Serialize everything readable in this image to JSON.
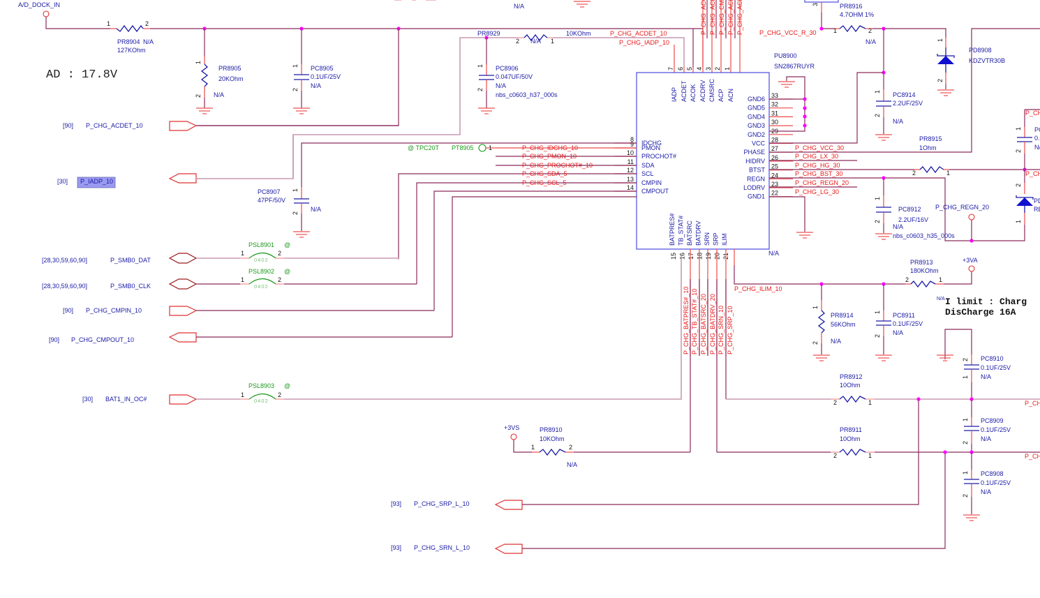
{
  "annotations": {
    "ad_voltage": "AD : 17.8V",
    "ilimit_line1": "I limit : Charg",
    "ilimit_line2": "DisCharge 16A"
  },
  "power_nets": {
    "dock_in": "A/D_DOCK_IN",
    "v3vs": "+3VS",
    "v3va": "+3VA",
    "regn": "P_CHG_REGN_20"
  },
  "ic": {
    "ref": "PU8900",
    "part": "SN2867RUYR",
    "nc": "N/A",
    "top_pins": [
      {
        "num": "7",
        "name": "IADP"
      },
      {
        "num": "6",
        "name": "ACDET"
      },
      {
        "num": "5",
        "name": "ACOK"
      },
      {
        "num": "4",
        "name": "ACDRV"
      },
      {
        "num": "3",
        "name": "CMSRC"
      },
      {
        "num": "2",
        "name": "ACP"
      },
      {
        "num": "1",
        "name": "ACN"
      }
    ],
    "left_pins": [
      {
        "num": "8",
        "name": "IDCHG"
      },
      {
        "num": "9",
        "name": "PMON"
      },
      {
        "num": "10",
        "name": "PROCHOT#"
      },
      {
        "num": "11",
        "name": "SDA"
      },
      {
        "num": "12",
        "name": "SCL"
      },
      {
        "num": "13",
        "name": "CMPIN"
      },
      {
        "num": "14",
        "name": "CMPOUT"
      }
    ],
    "right_pins": [
      {
        "num": "33",
        "name": "GND6"
      },
      {
        "num": "32",
        "name": "GND5"
      },
      {
        "num": "31",
        "name": "GND4"
      },
      {
        "num": "30",
        "name": "GND3"
      },
      {
        "num": "29",
        "name": "GND2"
      },
      {
        "num": "28",
        "name": "VCC"
      },
      {
        "num": "27",
        "name": "PHASE"
      },
      {
        "num": "26",
        "name": "HIDRV"
      },
      {
        "num": "25",
        "name": "BTST"
      },
      {
        "num": "24",
        "name": "REGN"
      },
      {
        "num": "23",
        "name": "LODRV"
      },
      {
        "num": "22",
        "name": "GND1"
      }
    ],
    "bottom_pins": [
      {
        "num": "15",
        "name": "BATPRES#"
      },
      {
        "num": "16",
        "name": "TB_STAT#"
      },
      {
        "num": "17",
        "name": "BATSRC"
      },
      {
        "num": "18",
        "name": "BATDRV"
      },
      {
        "num": "19",
        "name": "SRN"
      },
      {
        "num": "20",
        "name": "SRP"
      },
      {
        "num": "21",
        "name": "ILIM"
      }
    ]
  },
  "nets": {
    "top": [
      "P_CHG_ACO",
      "P_CHG_ACD",
      "P_CHG_CMS",
      "P_CHG_ACP_",
      "P_CHG_ACN"
    ],
    "acdet": "P_CHG_ACDET_10",
    "iadp": "P_CHG_IADP_10",
    "left": [
      "P_CHG_IDCHG_10",
      "P_CHG_PMON_10",
      "P_CHG_PROCHOT#_10",
      "P_CHG_SDA_5",
      "P_CHG_SCL_5"
    ],
    "right": [
      "P_CHG_VCC_30",
      "P_CHG_LX_30",
      "P_CHG_HG_30",
      "P_CHG_BST_30",
      "P_CHG_REGN_20",
      "P_CHG_LG_30"
    ],
    "vcc_r": "P_CHG_VCC_R_30",
    "bottom": [
      "P_CHG_BATPRES#_10",
      "P_CHG_TB_STAT#_10",
      "P_CHG_BATSRC_20",
      "P_CHG_BATDRV_20",
      "P_CHG_SRN_10",
      "P_CHG_SRP_10"
    ],
    "ilim": "P_CHG_ILIM_10",
    "right_edge": [
      "P_CH",
      "P_CH",
      "P_CH",
      "P_CH"
    ],
    "top_right_edge": "P_"
  },
  "ports": [
    {
      "ref": "[90]",
      "name": "P_CHG_ACDET_10"
    },
    {
      "ref": "[30]",
      "name": "P_IADP_10"
    },
    {
      "ref": "[28,30,59,60,90]",
      "name": "P_SMB0_DAT"
    },
    {
      "ref": "[28,30,59,60,90]",
      "name": "P_SMB0_CLK"
    },
    {
      "ref": "[90]",
      "name": "P_CHG_CMPIN_10"
    },
    {
      "ref": "[90]",
      "name": "P_CHG_CMPOUT_10"
    },
    {
      "ref": "[30]",
      "name": "BAT1_IN_OC#"
    },
    {
      "ref": "[93]",
      "name": "P_CHG_SRP_L_10"
    },
    {
      "ref": "[93]",
      "name": "P_CHG_SRN_L_10"
    }
  ],
  "testpoint": {
    "tag": "@ TPC20T",
    "ref": "PT8905",
    "pin": "1"
  },
  "components": {
    "PR8904": {
      "ref": "PR8904",
      "value": "127KOhm",
      "note": "N/A",
      "p1": "1",
      "p2": "2"
    },
    "PR8905": {
      "ref": "PR8905",
      "value": "20KOhm",
      "note": "N/A",
      "p1": "1",
      "p2": "2"
    },
    "PC8905": {
      "ref": "PC8905",
      "value": "0.1UF/25V",
      "note": "N/A",
      "p1": "1",
      "p2": "2"
    },
    "PR8929": {
      "ref": "PR8929",
      "value": "10KOhm",
      "note": "N/A",
      "p1": "1",
      "p2": "2"
    },
    "PC8906": {
      "ref": "PC8906",
      "value": "0.047UF/50V",
      "note": "N/A",
      "fp": "nbs_c0603_h37_000s",
      "p1": "1",
      "p2": "2"
    },
    "PC8907": {
      "ref": "PC8907",
      "value": "47PF/50V",
      "note": "N/A",
      "p1": "1",
      "p2": "2"
    },
    "PSL8901": {
      "ref": "PSL8901",
      "tag": "@",
      "size": "0402",
      "p1": "1",
      "p2": "2"
    },
    "PSL8902": {
      "ref": "PSL8902",
      "tag": "@",
      "size": "0402",
      "p1": "1",
      "p2": "2"
    },
    "PSL8903": {
      "ref": "PSL8903",
      "tag": "@",
      "size": "0402",
      "p1": "1",
      "p2": "2"
    },
    "PR8916": {
      "ref": "PR8916",
      "value": "4.7OHM  1%",
      "note": "N/A",
      "p1": "1",
      "p2": "2",
      "p3": "3"
    },
    "PD8908": {
      "ref": "PD8908",
      "value": "KDZVTR30B",
      "p1": "1",
      "p2": "2"
    },
    "PC8914": {
      "ref": "PC8914",
      "value": "2.2UF/25V",
      "note": "N/A",
      "p1": "1",
      "p2": "2"
    },
    "PR8915": {
      "ref": "PR8915",
      "value": "1Ohm",
      "p1": "1",
      "p2": "2"
    },
    "PC8912": {
      "ref": "PC8912",
      "value": "2.2UF/16V",
      "note": "N/A",
      "fp": "nbs_c0603_h35_000s",
      "p1": "1",
      "p2": "2"
    },
    "PR8913": {
      "ref": "PR8913",
      "value": "180KOhm",
      "note": "N/A",
      "p1": "1",
      "p2": "2"
    },
    "PR8914": {
      "ref": "PR8914",
      "value": "56KOhm",
      "note": "N/A",
      "p1": "1",
      "p2": "2"
    },
    "PC8911": {
      "ref": "PC8911",
      "value": "0.1UF/25V",
      "note": "N/A",
      "p1": "1",
      "p2": "2"
    },
    "PC8910": {
      "ref": "PC8910",
      "value": "0.1UF/25V",
      "note": "N/A",
      "p1": "1",
      "p2": "2"
    },
    "PR8912": {
      "ref": "PR8912",
      "value": "10Ohm",
      "p1": "1",
      "p2": "2"
    },
    "PR8911": {
      "ref": "PR8911",
      "value": "10Ohm",
      "p1": "1",
      "p2": "2"
    },
    "PC8909": {
      "ref": "PC8909",
      "value": "0.1UF/25V",
      "note": "N/A",
      "p1": "1",
      "p2": "2"
    },
    "PC8908": {
      "ref": "PC8908",
      "value": "0.1UF/25V",
      "note": "N/A",
      "p1": "1",
      "p2": "2"
    },
    "PR8910": {
      "ref": "PR8910",
      "value": "10KOhm",
      "note": "N/A",
      "p1": "1",
      "p2": "2"
    },
    "right_cap": {
      "ref": "PC",
      "value": "0.0",
      "note": "N/"
    },
    "right_diode": {
      "ref": "PD",
      "value": "RE"
    }
  },
  "top_fragment_note": "N/A"
}
